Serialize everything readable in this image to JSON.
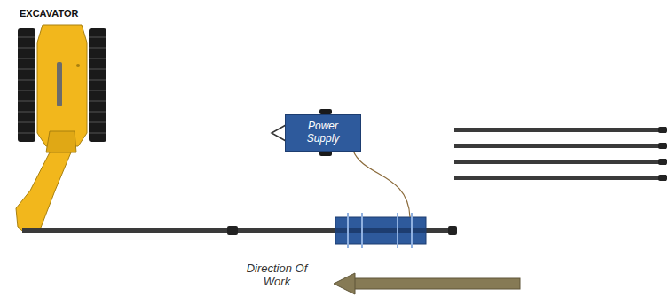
{
  "diagram": {
    "nodes": [
      {
        "text": [
          "Power Supply"
        ]
      }
    ],
    "labels": [
      "EXCAVATOR",
      "Direction Of Work"
    ]
  }
}
